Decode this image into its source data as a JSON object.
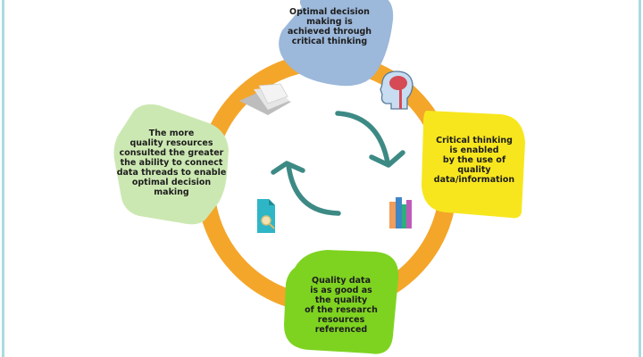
{
  "diagram": {
    "type": "cycle",
    "colors": {
      "ring": "#f4a62a",
      "arrows": "#3d8a85",
      "frame": "#a9dcdf",
      "node_blue": "#9cb8da",
      "node_yellow": "#f7e61e",
      "node_green": "#7ed321",
      "node_lightgreen": "#cce8b2"
    },
    "nodes": [
      {
        "id": "top",
        "color": "#9cb8da",
        "text": "Optimal decision\nmaking is\nachieved through\ncritical thinking"
      },
      {
        "id": "right",
        "color": "#f7e61e",
        "text": "Critical thinking\nis enabled\nby the use of\nquality\ndata/information"
      },
      {
        "id": "bottom",
        "color": "#7ed321",
        "text": "Quality data\nis as good as\nthe quality\nof the research\nresources\nreferenced"
      },
      {
        "id": "left",
        "color": "#cce8b2",
        "text": "The more\nquality resources\nconsulted the greater\nthe ability to connect\ndata threads to enable\noptimal decision\nmaking"
      }
    ],
    "icons": [
      "brain-head-icon",
      "books-icon",
      "document-search-icon",
      "papers-icon"
    ],
    "arrows": [
      "clockwise-arrow-top-right",
      "clockwise-arrow-bottom-left"
    ]
  }
}
